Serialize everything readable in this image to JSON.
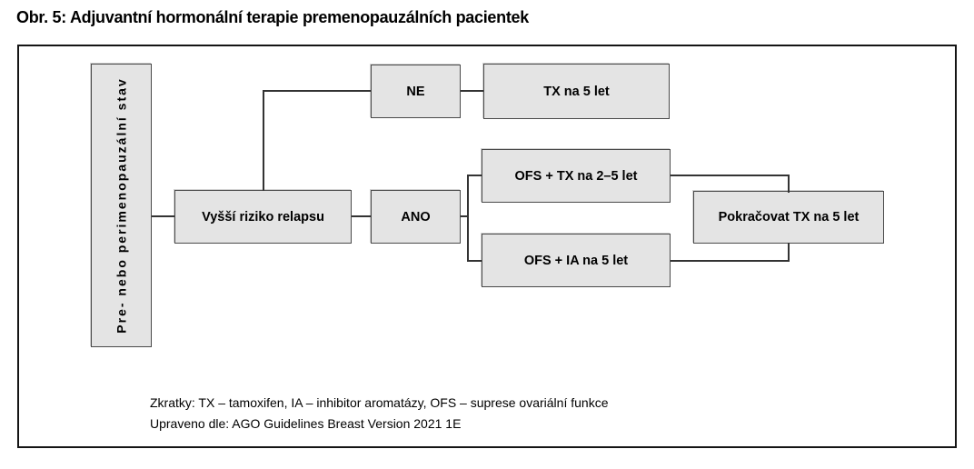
{
  "title": "Obr. 5: Adjuvantní hormonální terapie premenopauzálních pacientek",
  "diagram": {
    "nodes": {
      "state": "Pre- nebo perimenopauzální stav",
      "risk": "Vyšší riziko relapsu",
      "no": "NE",
      "yes": "ANO",
      "tx5": "TX na 5 let",
      "ofs_tx": "OFS + TX na 2–5 let",
      "ofs_ia": "OFS + IA na 5 let",
      "continue_tx": "Pokračovat TX na 5 let"
    },
    "edges": [
      "state -> risk",
      "risk -> NE -> tx5",
      "risk -> ANO -> ofs_tx",
      "risk -> ANO -> ofs_ia",
      "ofs_tx -> continue_tx",
      "ofs_ia -> continue_tx"
    ],
    "colors": {
      "node_fill": "#e4e4e4",
      "node_border": "#4a4a4a",
      "line": "#333333",
      "frame_border": "#141414",
      "text": "#000000"
    },
    "footnote_line1": "Zkratky: TX – tamoxifen, IA – inhibitor aromatázy, OFS – suprese ovariální funkce",
    "footnote_line2": "Upraveno dle: AGO Guidelines Breast Version 2021 1E"
  }
}
